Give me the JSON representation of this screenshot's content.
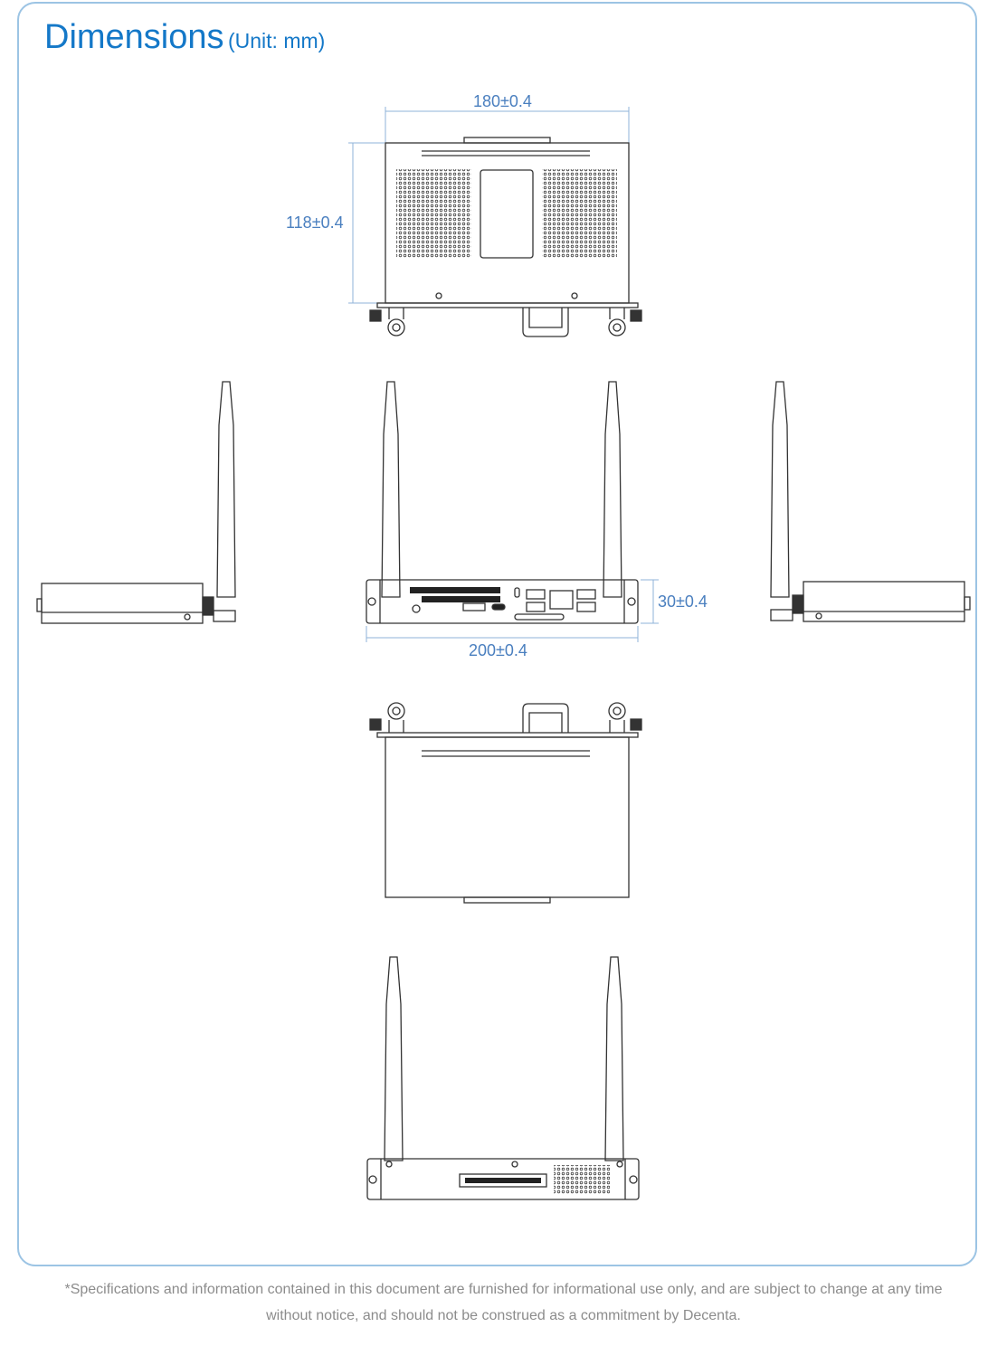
{
  "header": {
    "title": "Dimensions",
    "unit": "(Unit: mm)"
  },
  "dimensions": {
    "width_top": "180±0.4",
    "depth_side": "118±0.4",
    "height_front": "30±0.4",
    "width_front": "200±0.4"
  },
  "footer": {
    "line1": "*Specifications and information contained in this document are furnished for informational use only, and are subject to change at any time",
    "line2": "without notice, and should not be construed as a commitment by Decenta."
  },
  "colors": {
    "title": "#1478c8",
    "dimension_text": "#4a7fbf",
    "frame_border": "#9cc4e4",
    "drawing_line": "#333333"
  }
}
